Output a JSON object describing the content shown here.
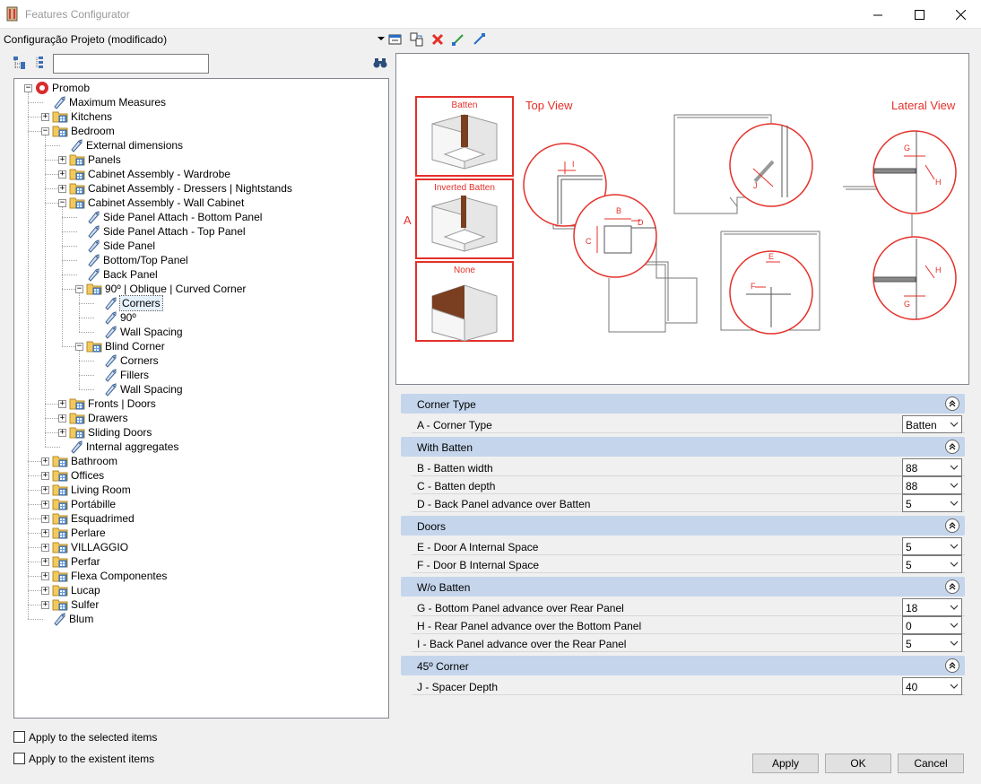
{
  "window": {
    "title": "Features Configurator"
  },
  "project": {
    "name": "Configuração Projeto (modificado)"
  },
  "tree": [
    {
      "label": "Promob",
      "level": 0,
      "icon": "promob",
      "exp": "-"
    },
    {
      "label": "Maximum Measures",
      "level": 1,
      "icon": "tag",
      "exp": ""
    },
    {
      "label": "Kitchens",
      "level": 1,
      "icon": "folder",
      "exp": "+"
    },
    {
      "label": "Bedroom",
      "level": 1,
      "icon": "folder",
      "exp": "-"
    },
    {
      "label": "External dimensions",
      "level": 2,
      "icon": "tag",
      "exp": ""
    },
    {
      "label": "Panels",
      "level": 2,
      "icon": "folder",
      "exp": "+"
    },
    {
      "label": "Cabinet Assembly - Wardrobe",
      "level": 2,
      "icon": "folder",
      "exp": "+"
    },
    {
      "label": "Cabinet Assembly - Dressers | Nightstands",
      "level": 2,
      "icon": "folder",
      "exp": "+"
    },
    {
      "label": "Cabinet Assembly - Wall Cabinet",
      "level": 2,
      "icon": "folder",
      "exp": "-"
    },
    {
      "label": "Side Panel Attach - Bottom Panel",
      "level": 3,
      "icon": "tag",
      "exp": ""
    },
    {
      "label": " Side Panel Attach - Top Panel",
      "level": 3,
      "icon": "tag",
      "exp": ""
    },
    {
      "label": "Side Panel",
      "level": 3,
      "icon": "tag",
      "exp": ""
    },
    {
      "label": "Bottom/Top Panel",
      "level": 3,
      "icon": "tag",
      "exp": ""
    },
    {
      "label": "Back Panel",
      "level": 3,
      "icon": "tag",
      "exp": ""
    },
    {
      "label": "90º | Oblique | Curved Corner",
      "level": 3,
      "icon": "folder",
      "exp": "-"
    },
    {
      "label": "Corners",
      "level": 4,
      "icon": "tag",
      "exp": "",
      "selected": true
    },
    {
      "label": "90º",
      "level": 4,
      "icon": "tag",
      "exp": ""
    },
    {
      "label": "Wall Spacing",
      "level": 4,
      "icon": "tag",
      "exp": ""
    },
    {
      "label": "Blind Corner",
      "level": 3,
      "icon": "folder",
      "exp": "-"
    },
    {
      "label": "Corners",
      "level": 4,
      "icon": "tag",
      "exp": ""
    },
    {
      "label": "Fillers",
      "level": 4,
      "icon": "tag",
      "exp": ""
    },
    {
      "label": "Wall Spacing",
      "level": 4,
      "icon": "tag",
      "exp": ""
    },
    {
      "label": "Fronts | Doors",
      "level": 2,
      "icon": "folder",
      "exp": "+"
    },
    {
      "label": "Drawers",
      "level": 2,
      "icon": "folder",
      "exp": "+"
    },
    {
      "label": "Sliding Doors",
      "level": 2,
      "icon": "folder",
      "exp": "+"
    },
    {
      "label": "Internal aggregates",
      "level": 2,
      "icon": "tag",
      "exp": ""
    },
    {
      "label": "Bathroom",
      "level": 1,
      "icon": "folder",
      "exp": "+"
    },
    {
      "label": "Offices",
      "level": 1,
      "icon": "folder",
      "exp": "+"
    },
    {
      "label": "Living Room",
      "level": 1,
      "icon": "folder",
      "exp": "+"
    },
    {
      "label": "Portábille",
      "level": 1,
      "icon": "folder",
      "exp": "+"
    },
    {
      "label": "Esquadrimed",
      "level": 1,
      "icon": "folder",
      "exp": "+"
    },
    {
      "label": "Perlare",
      "level": 1,
      "icon": "folder",
      "exp": "+"
    },
    {
      "label": "VILLAGGIO",
      "level": 1,
      "icon": "folder",
      "exp": "+"
    },
    {
      "label": "Perfar",
      "level": 1,
      "icon": "folder",
      "exp": "+"
    },
    {
      "label": "Flexa Componentes",
      "level": 1,
      "icon": "folder",
      "exp": "+"
    },
    {
      "label": "Lucap",
      "level": 1,
      "icon": "folder",
      "exp": "+"
    },
    {
      "label": "Sulfer",
      "level": 1,
      "icon": "folder",
      "exp": "+"
    },
    {
      "label": "Blum",
      "level": 1,
      "icon": "tag",
      "exp": ""
    }
  ],
  "preview": {
    "top_view": "Top View",
    "lateral_view": "Lateral View",
    "letter_a": "A",
    "options": [
      "Batten",
      "Inverted Batten",
      "None"
    ],
    "letters": {
      "b": "B",
      "c": "C",
      "d": "D",
      "e": "E",
      "f": "F",
      "g": "G",
      "h": "H",
      "i": "I",
      "j": "J"
    }
  },
  "sections": [
    {
      "title": "Corner Type",
      "rows": [
        {
          "label": "A - Corner Type",
          "value": "Batten"
        }
      ]
    },
    {
      "title": "With Batten",
      "rows": [
        {
          "label": "B - Batten width",
          "value": "88"
        },
        {
          "label": "C - Batten depth",
          "value": "88"
        },
        {
          "label": "D - Back Panel advance over Batten",
          "value": "5"
        }
      ]
    },
    {
      "title": "Doors",
      "rows": [
        {
          "label": "E - Door A Internal Space",
          "value": "5"
        },
        {
          "label": "F - Door B Internal Space",
          "value": "5"
        }
      ]
    },
    {
      "title": "W/o Batten",
      "rows": [
        {
          "label": "G - Bottom Panel advance over Rear Panel",
          "value": "18"
        },
        {
          "label": "H - Rear Panel advance over the Bottom Panel",
          "value": "0"
        },
        {
          "label": "I - Back Panel advance over the Rear Panel",
          "value": "5"
        }
      ]
    },
    {
      "title": "45º Corner",
      "rows": [
        {
          "label": "J - Spacer Depth",
          "value": "40"
        }
      ]
    }
  ],
  "checkboxes": [
    {
      "label": "Apply to the selected items",
      "checked": false
    },
    {
      "label": "Apply to the existent items",
      "checked": false
    }
  ],
  "buttons": {
    "apply": "Apply",
    "ok": "OK",
    "cancel": "Cancel"
  },
  "search": {
    "value": ""
  },
  "colors": {
    "accent_red": "#e4302a",
    "section_header": "#c5d6ec",
    "wood": "#7a3e20"
  }
}
